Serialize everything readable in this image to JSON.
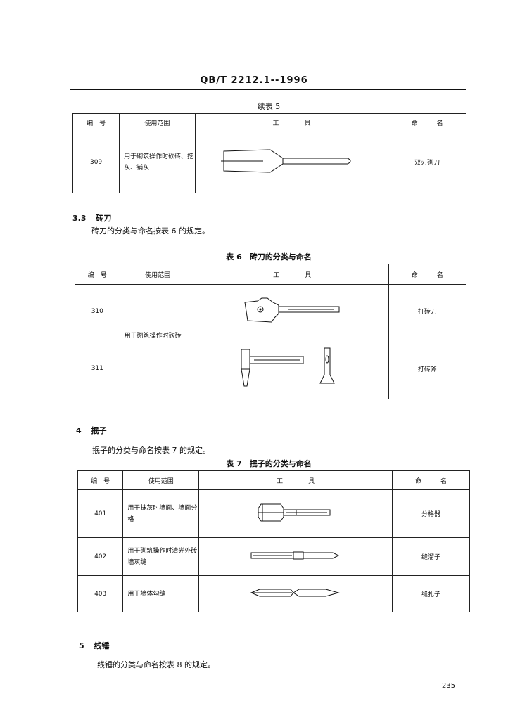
{
  "header": {
    "standard_code": "QB/T 2212.1--1996"
  },
  "table5": {
    "caption": "续表 5",
    "columns": {
      "number": "编　号",
      "scope": "使用范围",
      "tool": "工　　　　具",
      "name": "命　　　名"
    },
    "rows": [
      {
        "number": "309",
        "scope": "用于砌筑操作时砍砖、挖灰、铺灰",
        "name": "双刃砌刀"
      }
    ]
  },
  "section_3_3": {
    "number": "3.3",
    "title": "砖刀",
    "text": "砖刀的分类与命名按表 6 的规定。"
  },
  "table6": {
    "caption": "表 6　砖刀的分类与命名",
    "columns": {
      "number": "编　号",
      "scope": "使用范围",
      "tool": "工　　　　具",
      "name": "命　　　名"
    },
    "shared_scope": "用于砌筑操作时砍砖",
    "rows": [
      {
        "number": "310",
        "name": "打砖刀"
      },
      {
        "number": "311",
        "name": "打砖斧"
      }
    ]
  },
  "section_4": {
    "number": "4",
    "title": "抿子",
    "text": "抿子的分类与命名按表 7 的规定。"
  },
  "table7": {
    "caption": "表 7　抿子的分类与命名",
    "columns": {
      "number": "编　号",
      "scope": "使用范围",
      "tool": "工　　　　具",
      "name": "命　　　名"
    },
    "rows": [
      {
        "number": "401",
        "scope": "用于抹灰时墙面、墙面分格",
        "name": "分格器"
      },
      {
        "number": "402",
        "scope": "用于砌筑操作时清光外砖墙灰缝",
        "name": "缝溜子"
      },
      {
        "number": "403",
        "scope": "用于墙体勾缝",
        "name": "缝扎子"
      }
    ]
  },
  "section_5": {
    "number": "5",
    "title": "线锤",
    "text": "线锤的分类与命名按表 8 的规定。"
  },
  "footer": {
    "page_number": "235"
  }
}
